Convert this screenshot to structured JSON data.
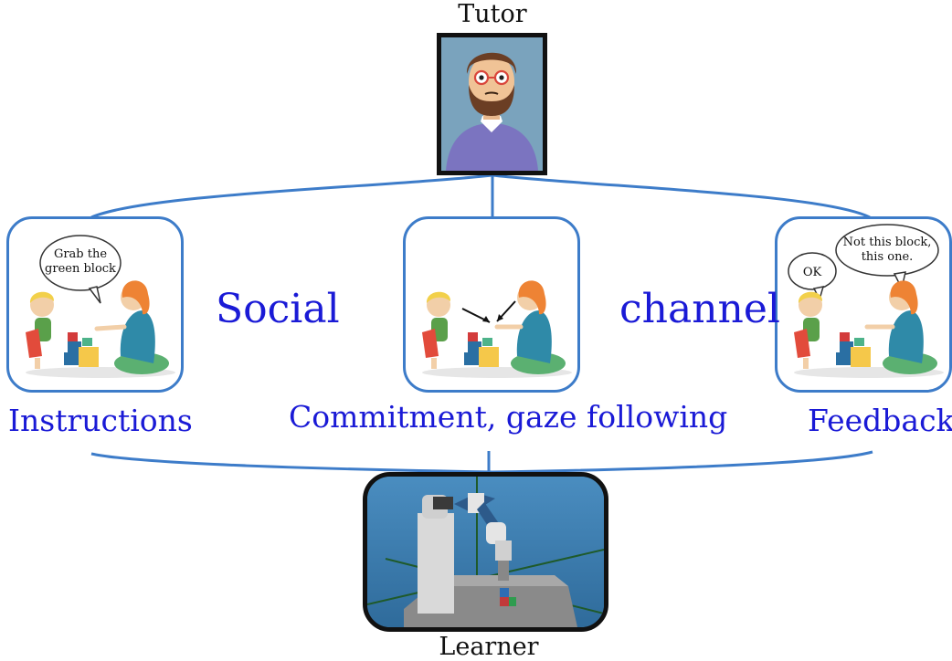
{
  "tutor_label": "Tutor",
  "learner_label": "Learner",
  "social_word": "Social",
  "channel_word": "channel",
  "panels": [
    {
      "caption": "Instructions",
      "bubble_lines": [
        "Grab the",
        "green block"
      ]
    },
    {
      "caption": "Commitment, gaze following"
    },
    {
      "caption": "Feedback",
      "bubble_lines": [
        "Not this block,",
        "this one."
      ],
      "small_bubble": "OK"
    }
  ],
  "colors": {
    "connector": "#3d7cc9",
    "channel_text": "#1a1ad6"
  }
}
